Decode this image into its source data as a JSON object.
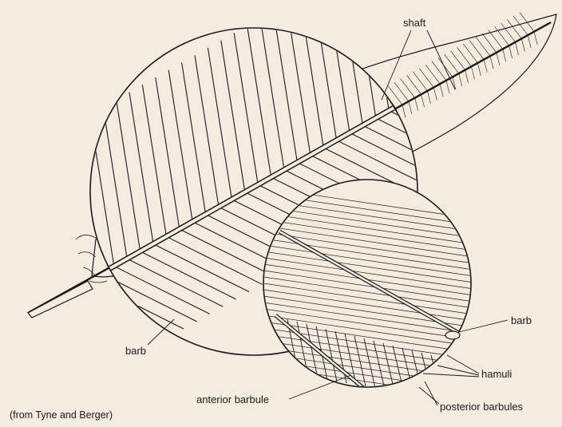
{
  "labels": {
    "shaft": "shaft",
    "barb_left": "barb",
    "barb_right": "barb",
    "hamuli": "hamuli",
    "anterior_barbule": "anterior barbule",
    "posterior_barbules": "posterior barbules",
    "credit": "(from Tyne and Berger)"
  },
  "colors": {
    "paper": "#f3ecdf",
    "ink": "#1c1a17"
  }
}
